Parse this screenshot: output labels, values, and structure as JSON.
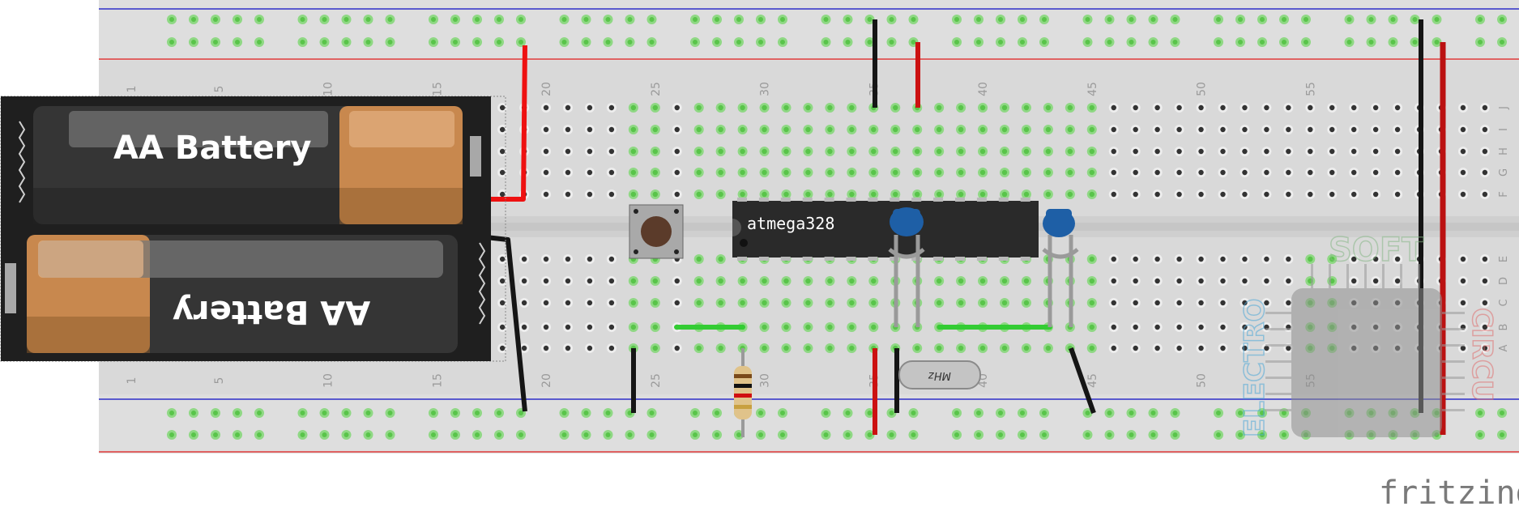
{
  "breadboard": {
    "column_numbers": [
      "1",
      "5",
      "10",
      "15",
      "20",
      "25",
      "30",
      "35",
      "40",
      "45",
      "50",
      "55"
    ],
    "row_letters_top": [
      "J",
      "I",
      "H",
      "G",
      "F"
    ],
    "row_letters_bottom": [
      "E",
      "D",
      "C",
      "B",
      "A"
    ]
  },
  "battery": {
    "top_label": "AA Battery",
    "bottom_label": "AA Battery"
  },
  "chip": {
    "label": "atmega328"
  },
  "crystal": {
    "label": "MHz"
  },
  "sfe_logo": {
    "left_word": "ELECTRO",
    "top_word": "SOFT",
    "right_word": "CIRCU"
  },
  "brand": {
    "logo": "fritzing"
  },
  "colors": {
    "board": "#d8d8d8",
    "hole": "#333333",
    "hole_active": "#59c44a",
    "rail_red": "#e03a3a",
    "rail_blue": "#2f2fc8",
    "wire_red": "#ee1111",
    "wire_black": "#151515",
    "chip": "#2a2a2a",
    "capacitor": "#1e5fa6",
    "jumper_green": "#33cc33"
  }
}
